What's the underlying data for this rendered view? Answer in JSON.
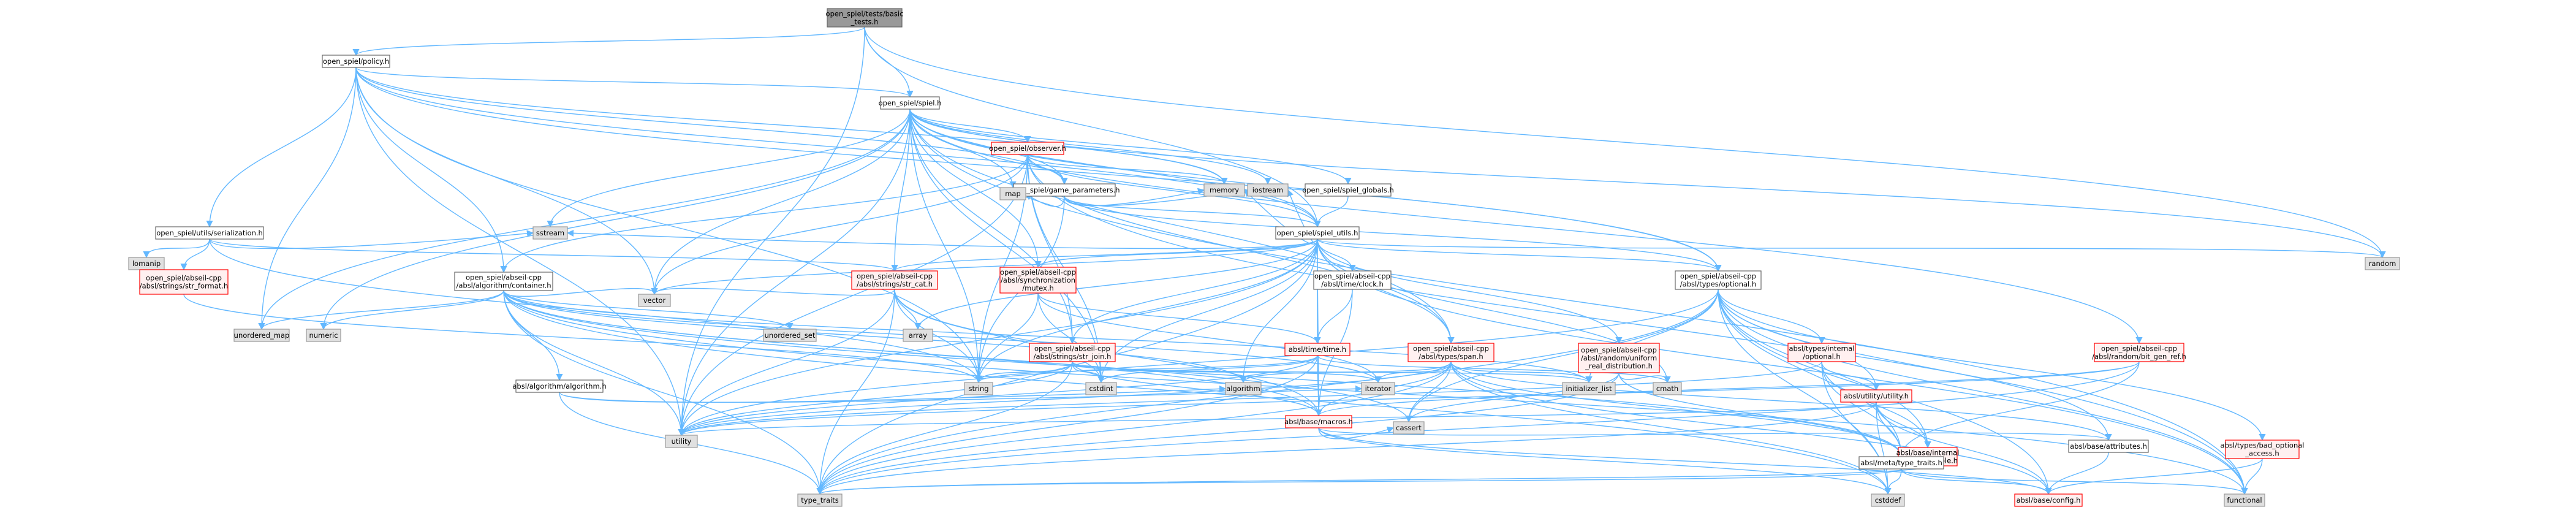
{
  "nodes": [
    {
      "id": "root",
      "lines": [
        "open_spiel/tests/basic",
        "_tests.h"
      ],
      "style": "root"
    },
    {
      "id": "policy",
      "lines": [
        "open_spiel/policy.h"
      ],
      "style": "norm"
    },
    {
      "id": "spiel",
      "lines": [
        "open_spiel/spiel.h"
      ],
      "style": "norm"
    },
    {
      "id": "observer",
      "lines": [
        "open_spiel/observer.h"
      ],
      "style": "red"
    },
    {
      "id": "game_parameters",
      "lines": [
        "open_spiel/game_parameters.h"
      ],
      "style": "norm"
    },
    {
      "id": "spiel_globals",
      "lines": [
        "open_spiel/spiel_globals.h"
      ],
      "style": "norm"
    },
    {
      "id": "serialization",
      "lines": [
        "open_spiel/utils/serialization.h"
      ],
      "style": "norm"
    },
    {
      "id": "spiel_utils",
      "lines": [
        "open_spiel/spiel_utils.h"
      ],
      "style": "norm"
    },
    {
      "id": "lomanip",
      "lines": [
        "lomanip"
      ],
      "style": "gray"
    },
    {
      "id": "str_format",
      "lines": [
        "open_spiel/abseil-cpp",
        "/absl/strings/str_format.h"
      ],
      "style": "red"
    },
    {
      "id": "container",
      "lines": [
        "open_spiel/abseil-cpp",
        "/absl/algorithm/container.h"
      ],
      "style": "norm"
    },
    {
      "id": "str_cat",
      "lines": [
        "open_spiel/abseil-cpp",
        "/absl/strings/str_cat.h"
      ],
      "style": "red"
    },
    {
      "id": "mutex",
      "lines": [
        "open_spiel/abseil-cpp",
        "/absl/synchronization",
        "/mutex.h"
      ],
      "style": "red"
    },
    {
      "id": "clock",
      "lines": [
        "open_spiel/abseil-cpp",
        "/absl/time/clock.h"
      ],
      "style": "norm"
    },
    {
      "id": "optional",
      "lines": [
        "open_spiel/abseil-cpp",
        "/absl/types/optional.h"
      ],
      "style": "norm"
    },
    {
      "id": "uniform_real",
      "lines": [
        "open_spiel/abseil-cpp",
        "/absl/random/uniform",
        "_real_distribution.h"
      ],
      "style": "red"
    },
    {
      "id": "bit_gen_ref",
      "lines": [
        "open_spiel/abseil-cpp",
        "/absl/random/bit_gen_ref.h"
      ],
      "style": "red"
    },
    {
      "id": "str_join",
      "lines": [
        "open_spiel/abseil-cpp",
        "/absl/strings/str_join.h"
      ],
      "style": "red"
    },
    {
      "id": "span",
      "lines": [
        "open_spiel/abseil-cpp",
        "/absl/types/span.h"
      ],
      "style": "red"
    },
    {
      "id": "time",
      "lines": [
        "absl/time/time.h"
      ],
      "style": "red"
    },
    {
      "id": "algorithm_h",
      "lines": [
        "absl/algorithm/algorithm.h"
      ],
      "style": "norm"
    },
    {
      "id": "internal_optional",
      "lines": [
        "absl/types/internal",
        "/optional.h"
      ],
      "style": "red"
    },
    {
      "id": "utility_h",
      "lines": [
        "absl/utility/utility.h"
      ],
      "style": "red"
    },
    {
      "id": "macros",
      "lines": [
        "absl/base/macros.h"
      ],
      "style": "red"
    },
    {
      "id": "inline_variable",
      "lines": [
        "absl/base/internal",
        "/inline_variable.h"
      ],
      "style": "red"
    },
    {
      "id": "type_traits_h",
      "lines": [
        "absl/meta/type_traits.h"
      ],
      "style": "norm"
    },
    {
      "id": "attributes",
      "lines": [
        "absl/base/attributes.h"
      ],
      "style": "norm"
    },
    {
      "id": "bad_optional",
      "lines": [
        "absl/types/bad_optional",
        "_access.h"
      ],
      "style": "red"
    },
    {
      "id": "config",
      "lines": [
        "absl/base/config.h"
      ],
      "style": "red"
    },
    {
      "id": "map",
      "lines": [
        "map"
      ],
      "style": "gray"
    },
    {
      "id": "memory",
      "lines": [
        "memory"
      ],
      "style": "gray"
    },
    {
      "id": "iostream",
      "lines": [
        "iostream"
      ],
      "style": "gray"
    },
    {
      "id": "random",
      "lines": [
        "random"
      ],
      "style": "gray"
    },
    {
      "id": "sstream",
      "lines": [
        "sstream"
      ],
      "style": "gray"
    },
    {
      "id": "vector",
      "lines": [
        "vector"
      ],
      "style": "gray"
    },
    {
      "id": "array",
      "lines": [
        "array"
      ],
      "style": "gray"
    },
    {
      "id": "unordered_map",
      "lines": [
        "unordered_map"
      ],
      "style": "gray"
    },
    {
      "id": "numeric",
      "lines": [
        "numeric"
      ],
      "style": "gray"
    },
    {
      "id": "unordered_set",
      "lines": [
        "unordered_set"
      ],
      "style": "gray"
    },
    {
      "id": "string",
      "lines": [
        "string"
      ],
      "style": "gray"
    },
    {
      "id": "algorithm",
      "lines": [
        "algorithm"
      ],
      "style": "gray"
    },
    {
      "id": "iterator",
      "lines": [
        "iterator"
      ],
      "style": "gray"
    },
    {
      "id": "cstdint",
      "lines": [
        "cstdint"
      ],
      "style": "gray"
    },
    {
      "id": "initializer_list",
      "lines": [
        "initializer_list"
      ],
      "style": "gray"
    },
    {
      "id": "cmath",
      "lines": [
        "cmath"
      ],
      "style": "gray"
    },
    {
      "id": "utility",
      "lines": [
        "utility"
      ],
      "style": "gray"
    },
    {
      "id": "cassert",
      "lines": [
        "cassert"
      ],
      "style": "gray"
    },
    {
      "id": "type_traits",
      "lines": [
        "type_traits"
      ],
      "style": "gray"
    },
    {
      "id": "cstddef",
      "lines": [
        "cstddef"
      ],
      "style": "gray"
    },
    {
      "id": "functional",
      "lines": [
        "functional"
      ],
      "style": "gray"
    }
  ],
  "edges": [
    [
      "root",
      "policy"
    ],
    [
      "root",
      "spiel"
    ],
    [
      "root",
      "spiel_utils"
    ],
    [
      "root",
      "random"
    ],
    [
      "root",
      "utility"
    ],
    [
      "policy",
      "spiel"
    ],
    [
      "policy",
      "serialization"
    ],
    [
      "policy",
      "container"
    ],
    [
      "policy",
      "game_parameters"
    ],
    [
      "policy",
      "spiel_utils"
    ],
    [
      "policy",
      "string"
    ],
    [
      "policy",
      "vector"
    ],
    [
      "policy",
      "unordered_map"
    ],
    [
      "policy",
      "memory"
    ],
    [
      "policy",
      "utility"
    ],
    [
      "policy",
      "optional"
    ],
    [
      "spiel",
      "observer"
    ],
    [
      "spiel",
      "game_parameters"
    ],
    [
      "spiel",
      "spiel_globals"
    ],
    [
      "spiel",
      "spiel_utils"
    ],
    [
      "spiel",
      "str_cat"
    ],
    [
      "spiel",
      "mutex"
    ],
    [
      "spiel",
      "optional"
    ],
    [
      "spiel",
      "bit_gen_ref"
    ],
    [
      "spiel",
      "span"
    ],
    [
      "spiel",
      "str_join"
    ],
    [
      "spiel",
      "map"
    ],
    [
      "spiel",
      "memory"
    ],
    [
      "spiel",
      "iostream"
    ],
    [
      "spiel",
      "random"
    ],
    [
      "spiel",
      "sstream"
    ],
    [
      "spiel",
      "string"
    ],
    [
      "spiel",
      "vector"
    ],
    [
      "spiel",
      "unordered_map"
    ],
    [
      "spiel",
      "functional"
    ],
    [
      "spiel",
      "cstdint"
    ],
    [
      "spiel",
      "utility"
    ],
    [
      "spiel",
      "numeric"
    ],
    [
      "observer",
      "game_parameters"
    ],
    [
      "observer",
      "spiel_utils"
    ],
    [
      "observer",
      "container"
    ],
    [
      "observer",
      "span"
    ],
    [
      "observer",
      "str_join"
    ],
    [
      "observer",
      "memory"
    ],
    [
      "observer",
      "string"
    ],
    [
      "observer",
      "vector"
    ],
    [
      "observer",
      "utility"
    ],
    [
      "observer",
      "functional"
    ],
    [
      "observer",
      "cstdint"
    ],
    [
      "game_parameters",
      "spiel_utils"
    ],
    [
      "game_parameters",
      "map"
    ],
    [
      "game_parameters",
      "memory"
    ],
    [
      "game_parameters",
      "string"
    ],
    [
      "game_parameters",
      "iostream"
    ],
    [
      "game_parameters",
      "optional"
    ],
    [
      "spiel_globals",
      "spiel_utils"
    ],
    [
      "serialization",
      "lomanip"
    ],
    [
      "serialization",
      "str_format"
    ],
    [
      "serialization",
      "str_cat"
    ],
    [
      "serialization",
      "sstream"
    ],
    [
      "serialization",
      "string"
    ],
    [
      "spiel_utils",
      "str_cat"
    ],
    [
      "spiel_utils",
      "mutex"
    ],
    [
      "spiel_utils",
      "clock"
    ],
    [
      "spiel_utils",
      "optional"
    ],
    [
      "spiel_utils",
      "uniform_real"
    ],
    [
      "spiel_utils",
      "span"
    ],
    [
      "spiel_utils",
      "str_join"
    ],
    [
      "spiel_utils",
      "time"
    ],
    [
      "spiel_utils",
      "array"
    ],
    [
      "spiel_utils",
      "sstream"
    ],
    [
      "spiel_utils",
      "vector"
    ],
    [
      "spiel_utils",
      "string"
    ],
    [
      "spiel_utils",
      "random"
    ],
    [
      "spiel_utils",
      "functional"
    ],
    [
      "spiel_utils",
      "cmath"
    ],
    [
      "spiel_utils",
      "cstdint"
    ],
    [
      "spiel_utils",
      "utility"
    ],
    [
      "spiel_utils",
      "algorithm"
    ],
    [
      "spiel_utils",
      "iostream"
    ],
    [
      "spiel_utils",
      "memory"
    ],
    [
      "spiel_utils",
      "macros"
    ],
    [
      "spiel_utils",
      "type_traits"
    ],
    [
      "str_format",
      "string"
    ],
    [
      "container",
      "algorithm_h"
    ],
    [
      "container",
      "unordered_map"
    ],
    [
      "container",
      "unordered_set"
    ],
    [
      "container",
      "numeric"
    ],
    [
      "container",
      "vector"
    ],
    [
      "container",
      "algorithm"
    ],
    [
      "container",
      "iterator"
    ],
    [
      "container",
      "utility"
    ],
    [
      "container",
      "type_traits"
    ],
    [
      "container",
      "cassert"
    ],
    [
      "container",
      "initializer_list"
    ],
    [
      "container",
      "macros"
    ],
    [
      "container",
      "type_traits_h"
    ],
    [
      "container",
      "cstddef"
    ],
    [
      "container",
      "functional"
    ],
    [
      "str_cat",
      "array"
    ],
    [
      "str_cat",
      "vector"
    ],
    [
      "str_cat",
      "string"
    ],
    [
      "str_cat",
      "cstdint"
    ],
    [
      "str_cat",
      "type_traits"
    ],
    [
      "str_cat",
      "utility"
    ],
    [
      "str_cat",
      "macros"
    ],
    [
      "mutex",
      "time"
    ],
    [
      "mutex",
      "cstdint"
    ],
    [
      "mutex",
      "iterator"
    ],
    [
      "mutex",
      "string"
    ],
    [
      "clock",
      "time"
    ],
    [
      "clock",
      "macros"
    ],
    [
      "optional",
      "utility"
    ],
    [
      "optional",
      "type_traits"
    ],
    [
      "optional",
      "functional"
    ],
    [
      "optional",
      "initializer_list"
    ],
    [
      "optional",
      "internal_optional"
    ],
    [
      "optional",
      "utility_h"
    ],
    [
      "optional",
      "inline_variable"
    ],
    [
      "optional",
      "type_traits_h"
    ],
    [
      "optional",
      "bad_optional"
    ],
    [
      "optional",
      "attributes"
    ],
    [
      "optional",
      "config"
    ],
    [
      "optional",
      "cassert"
    ],
    [
      "optional",
      "cstddef"
    ],
    [
      "uniform_real",
      "cmath"
    ],
    [
      "uniform_real",
      "cassert"
    ],
    [
      "uniform_real",
      "type_traits_h"
    ],
    [
      "uniform_real",
      "type_traits"
    ],
    [
      "bit_gen_ref",
      "type_traits"
    ],
    [
      "bit_gen_ref",
      "utility"
    ],
    [
      "bit_gen_ref",
      "macros"
    ],
    [
      "bit_gen_ref",
      "type_traits_h"
    ],
    [
      "str_join",
      "string"
    ],
    [
      "str_join",
      "utility"
    ],
    [
      "str_join",
      "iterator"
    ],
    [
      "str_join",
      "cstdint"
    ],
    [
      "str_join",
      "type_traits"
    ],
    [
      "str_join",
      "macros"
    ],
    [
      "str_join",
      "initializer_list"
    ],
    [
      "span",
      "algorithm"
    ],
    [
      "span",
      "cassert"
    ],
    [
      "span",
      "cstddef"
    ],
    [
      "span",
      "initializer_list"
    ],
    [
      "span",
      "iterator"
    ],
    [
      "span",
      "type_traits"
    ],
    [
      "span",
      "utility"
    ],
    [
      "span",
      "macros"
    ],
    [
      "span",
      "type_traits_h"
    ],
    [
      "span",
      "attributes"
    ],
    [
      "span",
      "config"
    ],
    [
      "time",
      "cmath"
    ],
    [
      "time",
      "cstdint"
    ],
    [
      "time",
      "string"
    ],
    [
      "time",
      "utility"
    ],
    [
      "time",
      "macros"
    ],
    [
      "time",
      "type_traits"
    ],
    [
      "algorithm_h",
      "algorithm"
    ],
    [
      "algorithm_h",
      "iterator"
    ],
    [
      "algorithm_h",
      "type_traits"
    ],
    [
      "internal_optional",
      "utility"
    ],
    [
      "internal_optional",
      "type_traits_h"
    ],
    [
      "internal_optional",
      "inline_variable"
    ],
    [
      "internal_optional",
      "utility_h"
    ],
    [
      "internal_optional",
      "cstddef"
    ],
    [
      "utility_h",
      "utility"
    ],
    [
      "utility_h",
      "cstddef"
    ],
    [
      "utility_h",
      "type_traits_h"
    ],
    [
      "utility_h",
      "inline_variable"
    ],
    [
      "utility_h",
      "config"
    ],
    [
      "utility_h",
      "type_traits"
    ],
    [
      "macros",
      "cassert"
    ],
    [
      "macros",
      "cstddef"
    ],
    [
      "macros",
      "attributes"
    ],
    [
      "macros",
      "config"
    ],
    [
      "inline_variable",
      "type_traits"
    ],
    [
      "type_traits_h",
      "cstddef"
    ],
    [
      "type_traits_h",
      "functional"
    ],
    [
      "type_traits_h",
      "type_traits"
    ],
    [
      "type_traits_h",
      "config"
    ],
    [
      "attributes",
      "config"
    ],
    [
      "bad_optional",
      "config"
    ],
    [
      "bad_optional",
      "functional"
    ]
  ]
}
